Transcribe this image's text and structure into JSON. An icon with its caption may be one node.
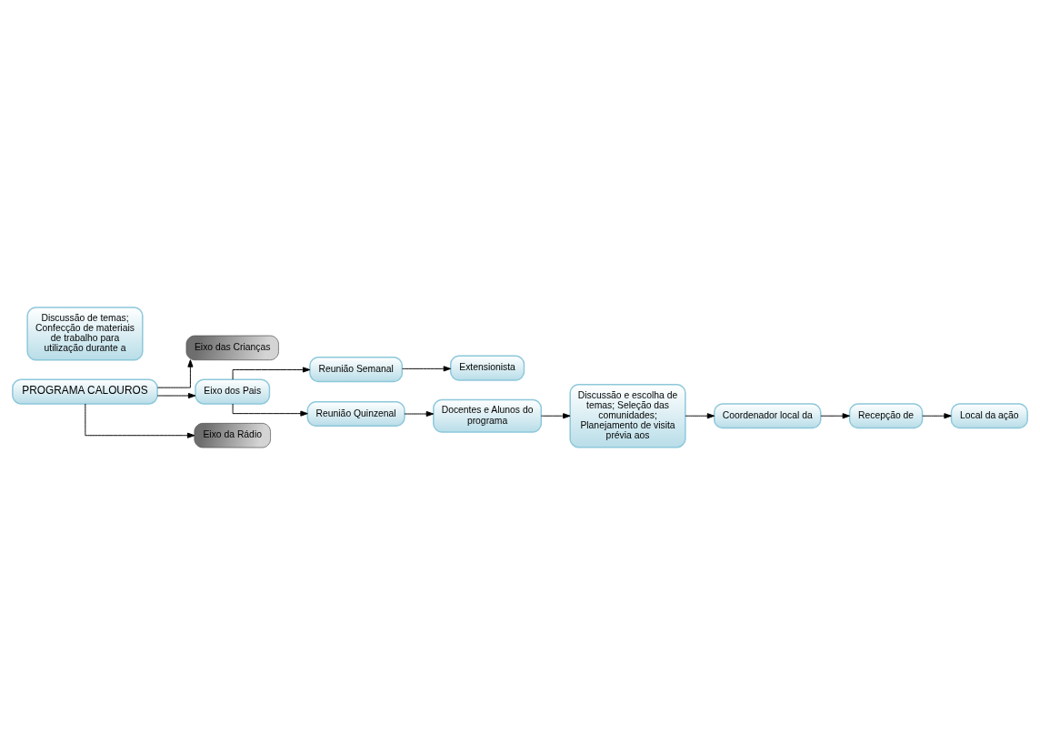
{
  "diagram": {
    "nodes": [
      {
        "text": [
          "PROGRAMA CALOUROS"
        ]
      },
      {
        "text": [
          "Discussão de temas; Confecção de materiais de trabalho para utilização durante a"
        ]
      },
      {
        "text": [
          "Eixo das Crianças"
        ]
      },
      {
        "text": [
          "Extensionista"
        ]
      },
      {
        "text": [
          "Reunião Semanal"
        ]
      },
      {
        "text": [
          "Discussão e escolha de temas; Seleção das comunidades; Planejamento de visita prévia aos"
        ]
      },
      {
        "text": [
          "Eixo dos Pais"
        ]
      },
      {
        "text": [
          "Reunião Quinzenal"
        ]
      },
      {
        "text": [
          "Eixo da Rádio"
        ]
      },
      {
        "text": [
          "Docentes e Alunos do programa"
        ]
      },
      {
        "text": [
          "Local da ação"
        ]
      },
      {
        "text": [
          "Recepção de"
        ]
      },
      {
        "text": [
          "Coordenador local da"
        ]
      }
    ],
    "edges": [
      {
        "from": 0,
        "to": 2,
        "arrow": "to"
      },
      {
        "from": 0,
        "to": 6,
        "arrow": "to"
      },
      {
        "from": 0,
        "to": 8,
        "arrow": "to"
      },
      {
        "from": 6,
        "to": 4,
        "arrow": "to"
      },
      {
        "from": 6,
        "to": 7,
        "arrow": "to"
      },
      {
        "from": 4,
        "to": 3,
        "arrow": "to"
      },
      {
        "from": 7,
        "to": 9,
        "arrow": "to"
      },
      {
        "from": 9,
        "to": 5,
        "arrow": "to"
      },
      {
        "from": 5,
        "to": 12,
        "arrow": "to"
      },
      {
        "from": 12,
        "to": 11,
        "arrow": "to"
      },
      {
        "from": 11,
        "to": 10,
        "arrow": "to"
      }
    ]
  }
}
